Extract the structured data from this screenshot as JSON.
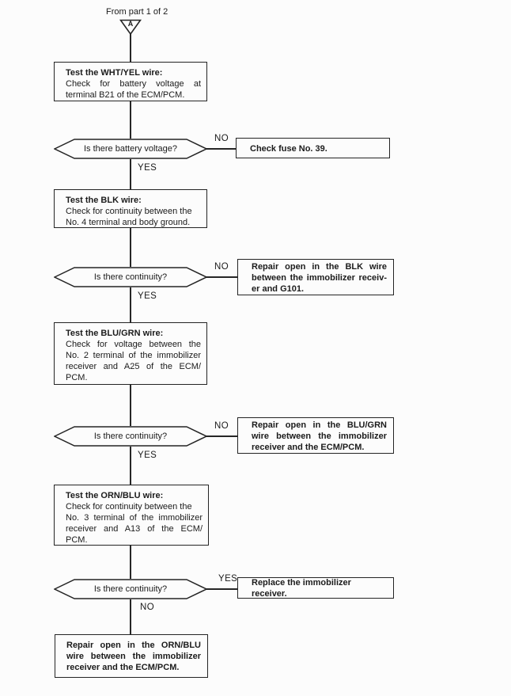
{
  "page": {
    "background": "#fcfcfc",
    "ink": "#242424"
  },
  "header": {
    "from_label": "From part 1 of 2",
    "connector_letter": "A"
  },
  "test_boxes": [
    {
      "title": "Test the WHT/YEL wire:",
      "lines": [
        "Check for battery voltage at",
        "terminal B21 of the ECM/PCM."
      ]
    },
    {
      "title": "Test the BLK wire:",
      "lines": [
        "Check for continuity between the",
        "No. 4 terminal and body ground."
      ]
    },
    {
      "title": "Test the BLU/GRN wire:",
      "lines": [
        "Check for voltage between the",
        "No. 2 terminal of the immobilizer",
        "receiver and A25 of the ECM/",
        "PCM."
      ]
    },
    {
      "title": "Test the ORN/BLU wire:",
      "lines": [
        "Check for continuity between the",
        "No. 3 terminal of the immobilizer",
        "receiver and A13 of the ECM/",
        "PCM."
      ]
    }
  ],
  "decisions": [
    {
      "question": "Is there battery voltage?",
      "side_label": "NO",
      "down_label": "YES"
    },
    {
      "question": "Is there continuity?",
      "side_label": "NO",
      "down_label": "YES"
    },
    {
      "question": "Is there continuity?",
      "side_label": "NO",
      "down_label": "YES"
    },
    {
      "question": "Is there continuity?",
      "side_label": "YES",
      "down_label": "NO"
    }
  ],
  "action_boxes": [
    {
      "lines": [
        "Check fuse No. 39."
      ]
    },
    {
      "lines": [
        "Repair open in the BLK wire",
        "between the immobilizer receiv-",
        "er and G101."
      ]
    },
    {
      "lines": [
        "Repair open in the BLU/GRN",
        "wire between the immobilizer",
        "receiver and the ECM/PCM."
      ]
    },
    {
      "lines": [
        "Replace the immobilizer receiver."
      ]
    }
  ],
  "final_box": {
    "lines": [
      "Repair open in the ORN/BLU",
      "wire between the immobilizer",
      "receiver and the ECM/PCM."
    ]
  }
}
